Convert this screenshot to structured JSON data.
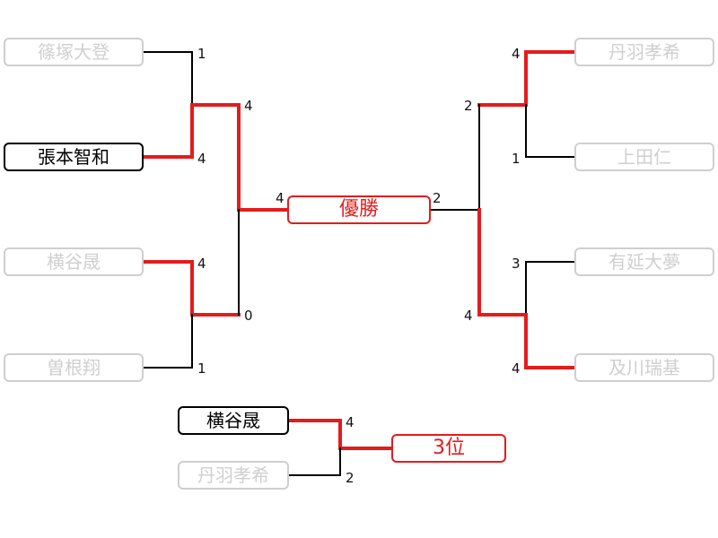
{
  "left_bracket": {
    "players": [
      "篠塚大登",
      "張本智和",
      "横谷晟",
      "曽根翔"
    ],
    "r1_scores": [
      "1",
      "4",
      "4",
      "1"
    ],
    "semi_scores": [
      "4",
      "0"
    ],
    "final_score": "4"
  },
  "right_bracket": {
    "players": [
      "丹羽孝希",
      "上田仁",
      "有延大夢",
      "及川瑞基"
    ],
    "r1_scores": [
      "4",
      "1",
      "3",
      "4"
    ],
    "semi_scores": [
      "2",
      "4"
    ],
    "final_score": "2"
  },
  "final": {
    "label": "優勝"
  },
  "third_place": {
    "players": [
      "横谷晟",
      "丹羽孝希"
    ],
    "scores": [
      "4",
      "2"
    ],
    "label": "3位"
  },
  "colors": {
    "winner_line": "#e31c1c",
    "loser_line": "#000000",
    "inactive": "#cfcfcf"
  }
}
